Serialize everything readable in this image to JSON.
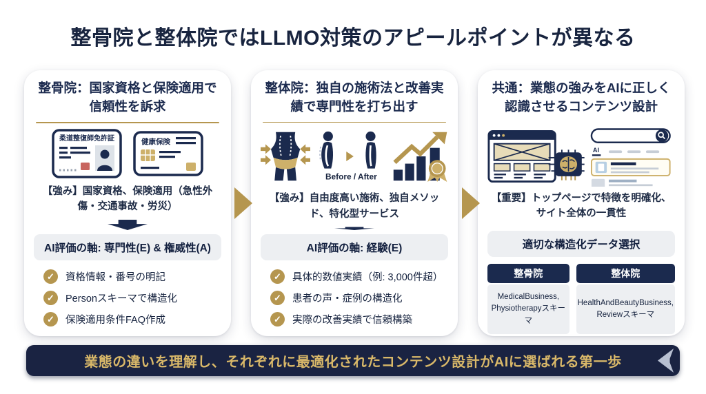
{
  "page": {
    "title": "整骨院と整体院ではLLMO対策のアピールポイントが異なる",
    "footer_banner": "業態の違いを理解し、それぞれに最適化されたコンテンツ設計がAIに選ばれる第一歩"
  },
  "colors": {
    "navy": "#1b2a4e",
    "navy-dark": "#18243f",
    "gold": "#b5964f",
    "gold-light": "#cdb06a",
    "pill-bg": "#edeff2",
    "banner-bg": "#1a2342",
    "banner-text": "#d9b869",
    "stamp-red": "#c8655f",
    "tan": "#e8dcb8"
  },
  "icons": {
    "license_label": "柔道整復師免許証",
    "insurance_label": "健康保険",
    "before_after_label": "Before / After",
    "ai_tab_label": "AI",
    "check_glyph": "✓"
  },
  "cards": [
    {
      "title": "整骨院：国家資格と保険適用で信頼性を訴求",
      "strength": "【強み】国家資格、保険適用（急性外傷・交通事故・労災）",
      "axis": "AI評価の軸: 専門性(E) & 権威性(A)",
      "checklist": [
        "資格情報・番号の明記",
        "Personスキーマで構造化",
        "保険適用条件FAQ作成"
      ]
    },
    {
      "title": "整体院：独自の施術法と改善実績で専門性を打ち出す",
      "strength": "【強み】自由度高い施術、独自メソッド、特化型サービス",
      "axis": "AI評価の軸: 経験(E)",
      "checklist": [
        "具体的数値実績（例: 3,000件超）",
        "患者の声・症例の構造化",
        "実際の改善実績で信頼構築"
      ]
    },
    {
      "title": "共通：業態の強みをAIに正しく認識させるコンテンツ設計",
      "strength": "【重要】トップページで特徴を明確化、サイト全体の一貫性",
      "axis": "適切な構造化データ選択",
      "schemas": [
        {
          "header": "整骨院",
          "body": "MedicalBusiness, Physiotherapyスキーマ"
        },
        {
          "header": "整体院",
          "body": "HealthAndBeautyBusiness, Reviewスキーマ"
        }
      ]
    }
  ]
}
